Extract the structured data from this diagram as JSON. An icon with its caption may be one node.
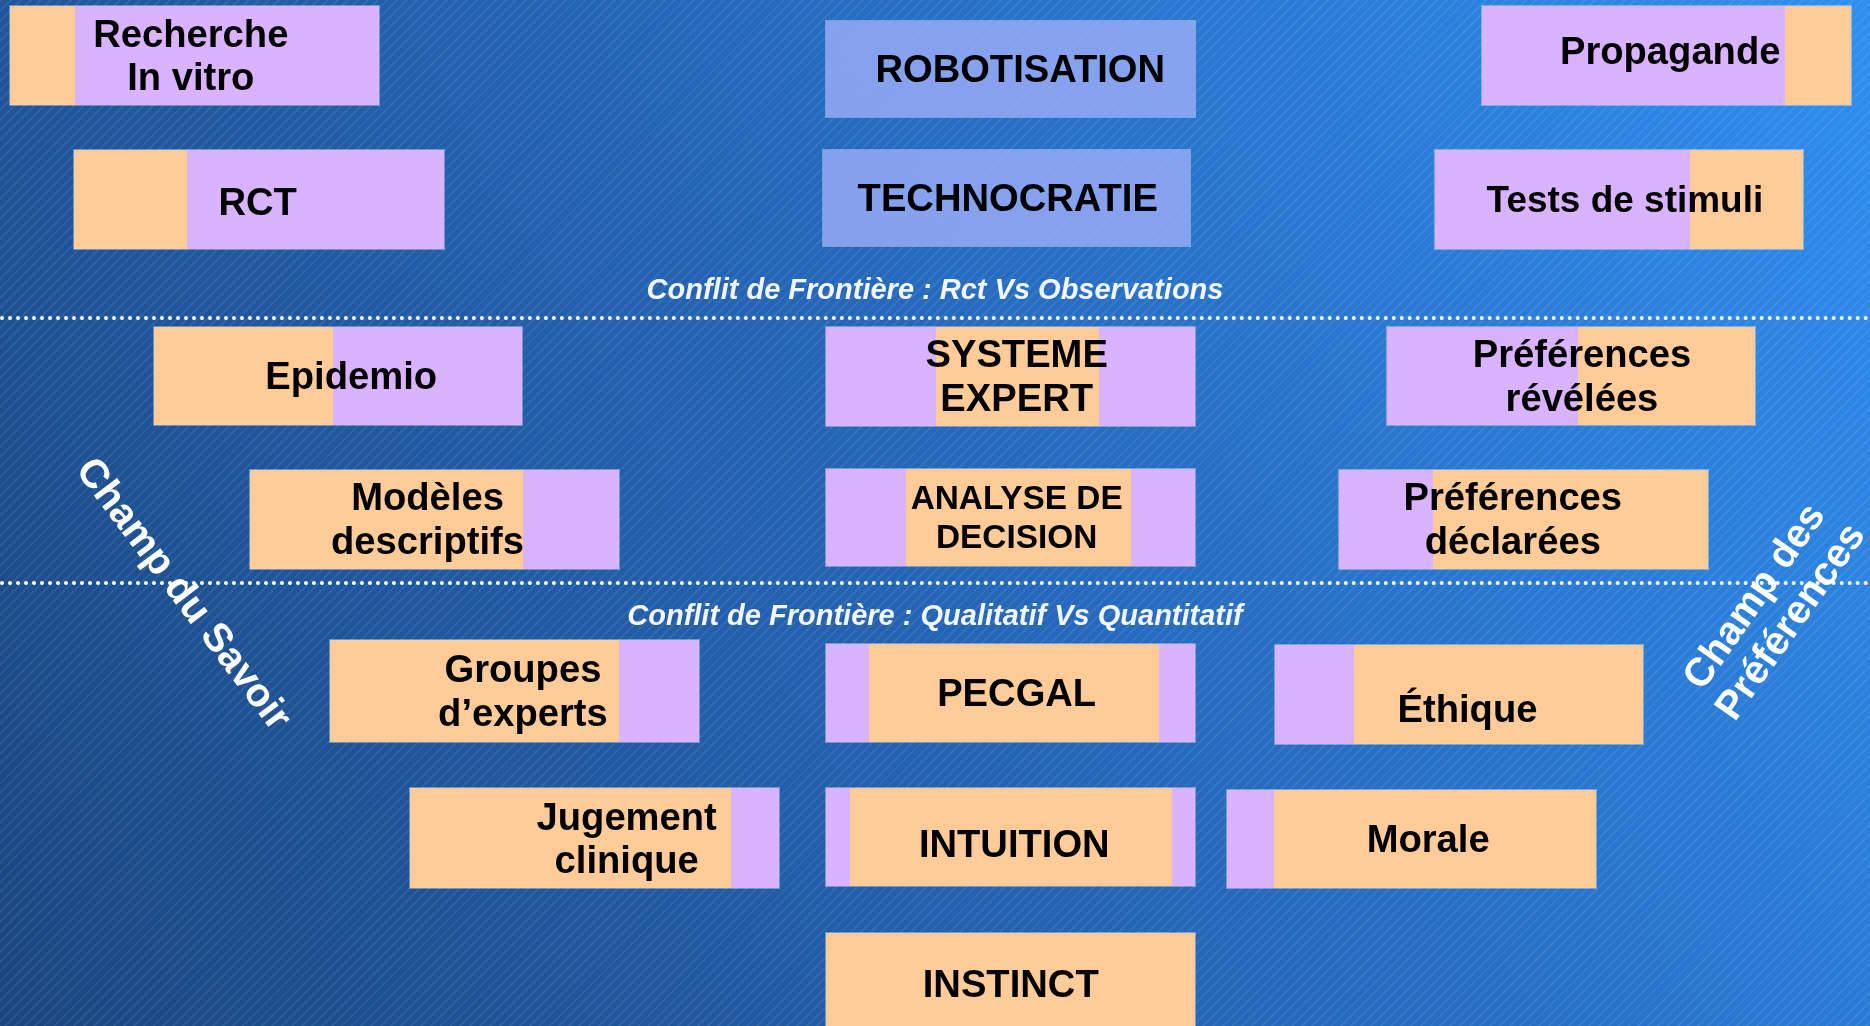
{
  "diagram": {
    "nodes": [
      {
        "text": [
          "Recherche In vitro"
        ]
      },
      {
        "text": [
          "ROBOTISATION"
        ]
      },
      {
        "text": [
          "Propagande"
        ]
      },
      {
        "text": [
          "RCT"
        ]
      },
      {
        "text": [
          "TECHNOCRATIE"
        ]
      },
      {
        "text": [
          "Tests de stimuli"
        ]
      },
      {
        "text": [
          "Epidemio"
        ]
      },
      {
        "text": [
          "SYSTEME EXPERT"
        ]
      },
      {
        "text": [
          "Préférences révélées"
        ]
      },
      {
        "text": [
          "Modèles descriptifs"
        ]
      },
      {
        "text": [
          "ANALYSE DE DECISION"
        ]
      },
      {
        "text": [
          "Préférences déclarées"
        ]
      },
      {
        "text": [
          "Groupes d’experts"
        ]
      },
      {
        "text": [
          "PECGAL"
        ]
      },
      {
        "text": [
          "Éthique"
        ]
      },
      {
        "text": [
          "Jugement clinique"
        ]
      },
      {
        "text": [
          "INTUITION"
        ]
      },
      {
        "text": [
          "Morale"
        ]
      },
      {
        "text": [
          "INSTINCT"
        ]
      }
    ],
    "edges": [],
    "labels": [
      "Conflit de Frontière : Rct Vs Observations",
      "Conflit de Frontière : Qualitatif Vs Quantitatif",
      "Champ du Savoir",
      "Champ des Préférences"
    ]
  }
}
